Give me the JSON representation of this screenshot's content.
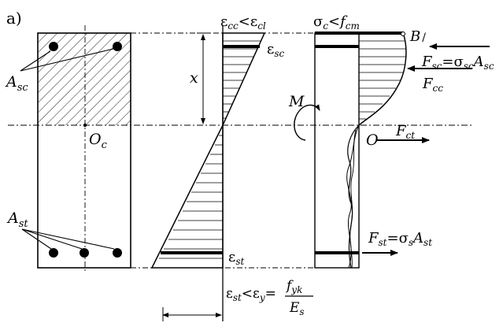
{
  "panel_label": "a)",
  "section": {
    "compression_reinforcement": "A",
    "compression_reinforcement_sub": "sc",
    "tension_reinforcement": "A",
    "tension_reinforcement_sub": "st",
    "centroid": "O",
    "centroid_sub": "c"
  },
  "strain": {
    "top_condition": {
      "eps": "ε",
      "cc": "cc",
      "lt": "<",
      "cl": "cl"
    },
    "compression_steel": {
      "eps": "ε",
      "sub": "sc"
    },
    "tension_steel": {
      "eps": "ε",
      "sub": "st"
    },
    "neutral_axis_depth": "x",
    "bottom_condition": {
      "eps_st": "ε",
      "st": "st",
      "lt": "<",
      "eps_y": "ε",
      "y": "y",
      "eq": "=",
      "num_f": "f",
      "num_sub": "yk",
      "den_e": "E",
      "den_sub": "s"
    }
  },
  "stress": {
    "top_condition": {
      "sigma": "σ",
      "c": "c",
      "lt": "<",
      "f": "f",
      "cm": "cm"
    },
    "point_B": "B",
    "point_O": "O",
    "moment": "M",
    "F_sc": {
      "F": "F",
      "sub": "sc",
      "eq": "=σ",
      "sigma_sub": "sc",
      "A": "A",
      "A_sub": "sc"
    },
    "F_cc": {
      "F": "F",
      "sub": "cc"
    },
    "F_ct": {
      "F": "F",
      "sub": "ct"
    },
    "F_st": {
      "F": "F",
      "sub": "st",
      "eq": "=σ",
      "sigma_sub": "s",
      "A": "A",
      "A_sub": "st"
    }
  },
  "colors": {
    "ink": "#000000",
    "hatch": "#333333",
    "background": "#ffffff"
  }
}
